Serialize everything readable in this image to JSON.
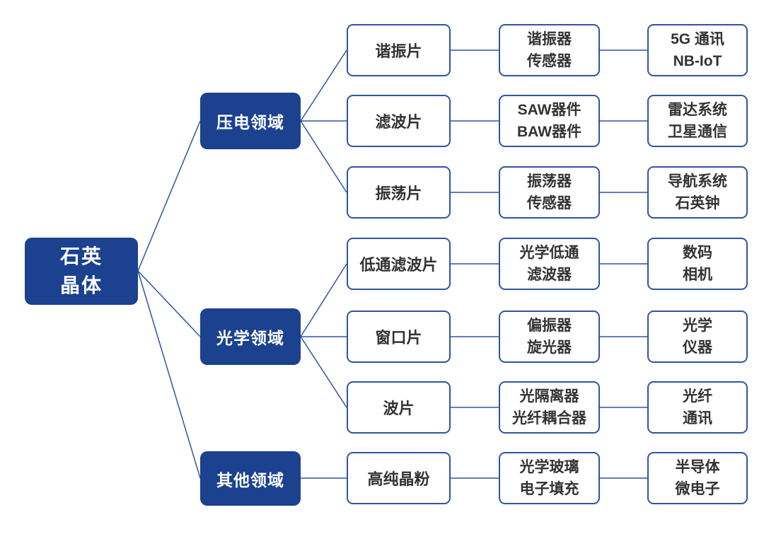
{
  "diagram": {
    "title": "quartz-crystal-application-tree",
    "colors": {
      "node_fill": "#1b418f",
      "node_text": "#ffffff",
      "box_border": "#2e55a3",
      "box_text": "#333333",
      "connector": "#2e55a3",
      "background": "#ffffff"
    },
    "root": {
      "line1": "石英",
      "line2": "晶体"
    },
    "categories": [
      {
        "label": "压电领域"
      },
      {
        "label": "光学领域"
      },
      {
        "label": "其他领域"
      }
    ],
    "rows": [
      {
        "material": "谐振片",
        "device1": "谐振器",
        "device2": "传感器",
        "app1": "5G 通讯",
        "app2": "NB-IoT"
      },
      {
        "material": "滤波片",
        "device1": "SAW器件",
        "device2": "BAW器件",
        "app1": "雷达系统",
        "app2": "卫星通信"
      },
      {
        "material": "振荡片",
        "device1": "振荡器",
        "device2": "传感器",
        "app1": "导航系统",
        "app2": "石英钟"
      },
      {
        "material": "低通滤波片",
        "device1": "光学低通",
        "device2": "滤波器",
        "app1": "数码",
        "app2": "相机"
      },
      {
        "material": "窗口片",
        "device1": "偏振器",
        "device2": "旋光器",
        "app1": "光学",
        "app2": "仪器"
      },
      {
        "material": "波片",
        "device1": "光隔离器",
        "device2": "光纤耦合器",
        "app1": "光纤",
        "app2": "通讯"
      },
      {
        "material": "高纯晶粉",
        "device1": "光学玻璃",
        "device2": "电子填充",
        "app1": "半导体",
        "app2": "微电子"
      }
    ]
  }
}
